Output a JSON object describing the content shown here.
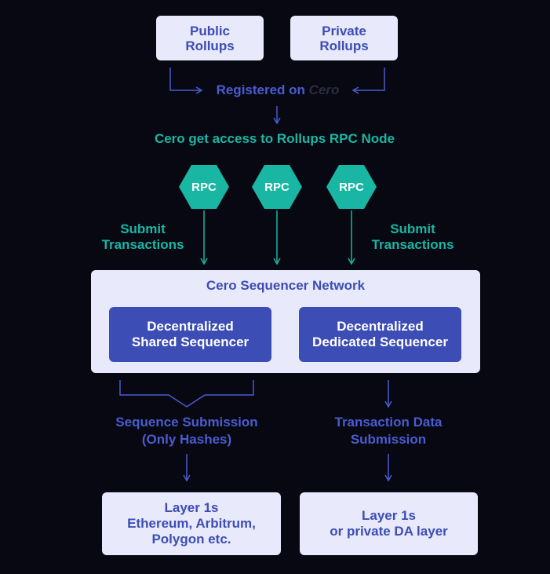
{
  "top_boxes": {
    "public": [
      "Public",
      "Rollups"
    ],
    "private": [
      "Private",
      "Rollups"
    ]
  },
  "registered": {
    "prefix": "Registered on",
    "brand": "Cero"
  },
  "access_label": "Cero get access to Rollups RPC Node",
  "rpc_nodes": [
    "RPC",
    "RPC",
    "RPC"
  ],
  "submit_left": [
    "Submit",
    "Transactions"
  ],
  "submit_right": [
    "Submit",
    "Transactions"
  ],
  "network": {
    "title": "Cero Sequencer Network",
    "shared": [
      "Decentralized",
      "Shared Sequencer"
    ],
    "dedicated": [
      "Decentralized",
      "Dedicated Sequencer"
    ]
  },
  "sequence_submission": [
    "Sequence Submission",
    "(Only Hashes)"
  ],
  "transaction_submission": [
    "Transaction Data",
    "Submission"
  ],
  "layer1_box": [
    "Layer 1s",
    "Ethereum, Arbitrum,",
    "Polygon etc."
  ],
  "da_box": [
    "Layer 1s",
    "or private DA layer"
  ],
  "colors": {
    "background": "#070812",
    "box_light": "#e8e9fb",
    "primary_blue": "#3c4db5",
    "label_blue": "#4a5cd0",
    "teal": "#19b6a4"
  }
}
